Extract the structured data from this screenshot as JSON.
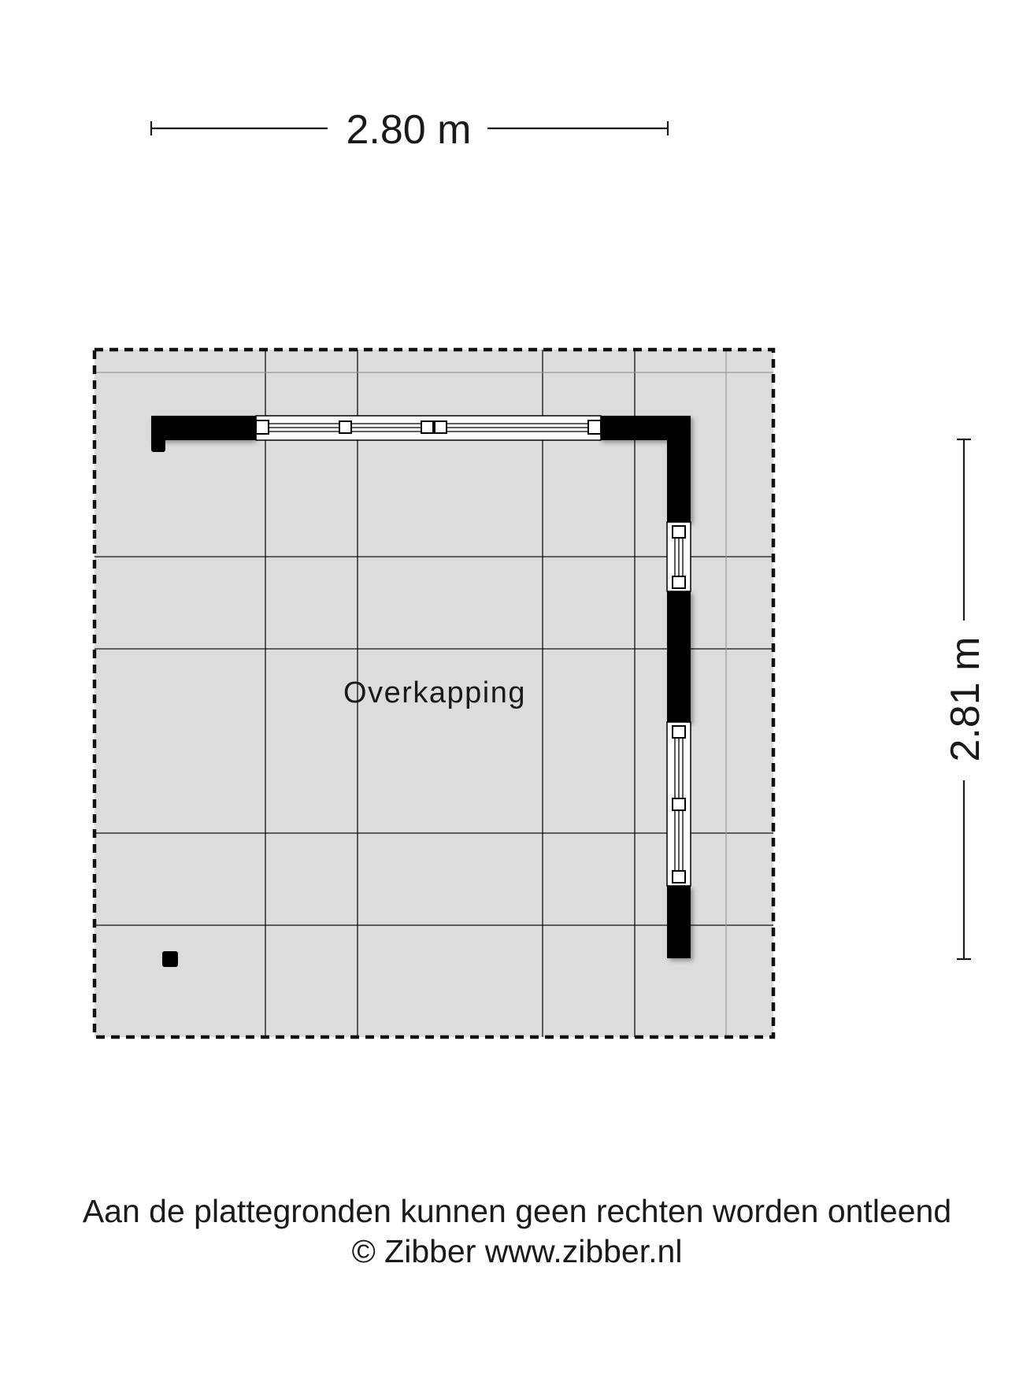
{
  "dimensions": {
    "width_label": "2.80 m",
    "height_label": "2.81 m"
  },
  "room": {
    "name": "Overkapping",
    "fill_color": "#dcdcdc"
  },
  "footer": {
    "disclaimer": "Aan de plattegronden kunnen geen rechten worden ontleend",
    "copyright": "© Zibber www.zibber.nl"
  },
  "colors": {
    "wall": "#000000",
    "grid": "#111111",
    "dimension_line": "#1a1a1a"
  }
}
